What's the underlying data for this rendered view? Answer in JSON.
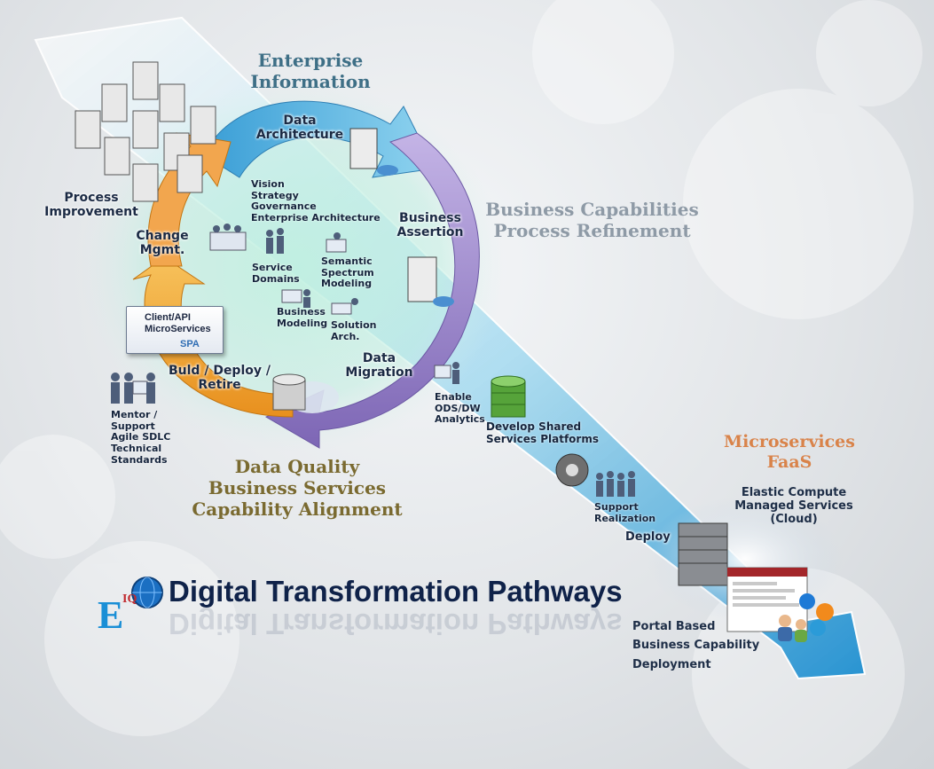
{
  "diagram": {
    "title": "Digital Transformation Pathways",
    "logo": {
      "main": "E",
      "sub": "IQ"
    },
    "headings": {
      "enterprise": "Enterprise\nInformation",
      "business_capabilities": "Business Capabilities\nProcess Refinement",
      "data_quality": "Data Quality\nBusiness Services\nCapability Alignment",
      "microservices": "Microservices\nFaaS"
    },
    "cycle_stages": {
      "data_architecture": "Data\nArchitecture",
      "business_assertion": "Business\nAssertion",
      "data_migration": "Data\nMigration",
      "build_deploy": "Buld / Deploy /\nRetire",
      "change_mgmt": "Change\nMgmt.",
      "process_improvement": "Process\nImprovement"
    },
    "inner_items": {
      "vision": "Vision\nStrategy\nGovernance\nEnterprise Architecture",
      "service_domains": "Service\nDomains",
      "semantic": "Semantic\nSpectrum\nModeling",
      "business_modeling": "Business\nModeling",
      "solution_arch": "Solution\nArch."
    },
    "client_box": {
      "line1": "Client/API",
      "line2": "MicroServices",
      "line3": "SPA"
    },
    "mentor": "Mentor /\nSupport\nAgile SDLC\nTechnical\nStandards",
    "pathway_items": {
      "enable_ods": "Enable\nODS/DW\nAnalytics",
      "develop_shared": "Develop Shared\nServices Platforms",
      "support_realization": "Support\nRealization",
      "deploy": "Deploy"
    },
    "cloud_text": "Elastic Compute\nManaged Services\n(Cloud)",
    "portal_text": "Portal Based\nBusiness Capability\nDeployment",
    "colors": {
      "enterprise_heading": "#3e6f86",
      "capabilities_heading": "#8e9aa6",
      "data_quality_heading": "#7a6a30",
      "microservices_heading": "#d9834a",
      "arrow_blue": "#4aa9d8",
      "arrow_purple": "#9a86c8",
      "arrow_orange": "#f0a338"
    }
  }
}
